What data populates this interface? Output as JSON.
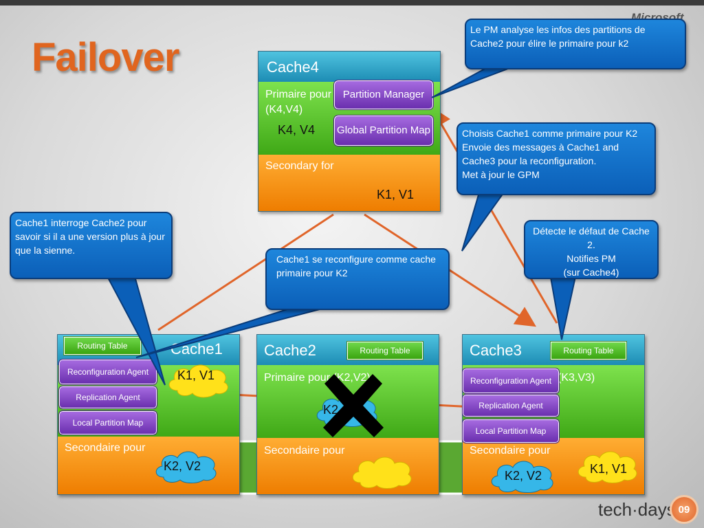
{
  "title": "Failover",
  "brand": "Microsoft",
  "logo": "tech·days",
  "logo_badge": "09",
  "cache4": {
    "title": "Cache4",
    "primary_label": "Primaire pour",
    "primary_keys": "(K4,V4)",
    "kv": "K4, V4",
    "partition_manager": "Partition Manager",
    "gpm": "Global Partition Map",
    "secondary_label": "Secondary for",
    "secondary_kv": "K1, V1"
  },
  "cache1": {
    "title": "Cache1",
    "routing": "Routing Table",
    "reconfig": "Reconfiguration Agent",
    "replication": "Replication Agent",
    "lpm": "Local Partition Map",
    "kv": "K1, V1",
    "secondary_label": "Secondaire pour",
    "secondary_kv": "K2, V2"
  },
  "cache2": {
    "title": "Cache2",
    "routing": "Routing Table",
    "primary_label": "Primaire pour (K2,V2)",
    "kv": "K2",
    "secondary_label": "Secondaire pour"
  },
  "cache3": {
    "title": "Cache3",
    "routing": "Routing Table",
    "primary_keys": "(K3,V3)",
    "reconfig": "Reconfiguration Agent",
    "replication": "Replication Agent",
    "lpm": "Local Partition Map",
    "secondary_label": "Secondaire pour",
    "kv_k2": "K2, V2",
    "kv_k1": "K1, V1"
  },
  "callouts": {
    "pm_analyse": "Le PM analyse les infos des partitions de  Cache2  pour élire le primaire  pour k2",
    "choisis": "Choisis Cache1 comme primaire pour K2\nEnvoie des messages à Cache1 and Cache3 pour la reconfiguration.\nMet à jour le GPM",
    "detecte": "Détecte le défaut de Cache 2.\nNotifies PM\n(sur Cache4)",
    "interroge": "Cache1 interroge  Cache2 pour savoir si il a une version plus à jour que la sienne.",
    "reconfigure": "Cache1 se reconfigure comme cache primaire pour K2"
  },
  "colors": {
    "title": "#e0651f",
    "header": "#1d8cb4",
    "primary": "#3fa816",
    "secondary": "#ee7d00",
    "agent": "#6a2fae",
    "callout": "#0b5fb8",
    "arrow": "#e0652a"
  }
}
